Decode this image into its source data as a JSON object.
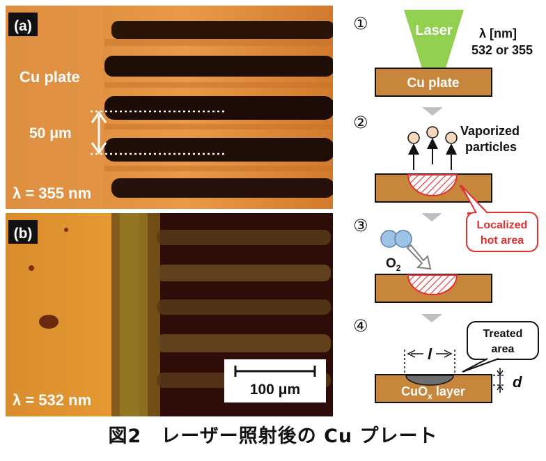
{
  "panel_a": {
    "tag": "(a)",
    "material": "Cu plate",
    "spacing": "50 μm",
    "wavelength": "λ = 355 nm"
  },
  "panel_b": {
    "tag": "(b)",
    "wavelength": "λ = 532 nm",
    "scale_bar": "100 μm"
  },
  "diagram": {
    "steps": [
      "①",
      "②",
      "③",
      "④"
    ],
    "laser": "Laser",
    "lambda_label": "λ [nm]",
    "lambda_values": "532 or 355",
    "plate": "Cu plate",
    "vaporized_1": "Vaporized",
    "vaporized_2": "particles",
    "hot_1": "Localized",
    "hot_2": "hot area",
    "oxygen": "O",
    "oxygen_sub": "2",
    "treated_1": "Treated",
    "treated_2": "area",
    "l_label": "l",
    "d_label": "d",
    "layer_main": "CuO",
    "layer_sub": "x",
    "layer_suffix": " layer"
  },
  "caption": "図2　レーザー照射後の Cu プレート",
  "colors": {
    "copper_plate": "#c8863c",
    "laser_green": "#92d050",
    "hot_red": "#e03030",
    "oxygen_blue": "#9dc3e6",
    "particle": "#f8d8bc"
  }
}
